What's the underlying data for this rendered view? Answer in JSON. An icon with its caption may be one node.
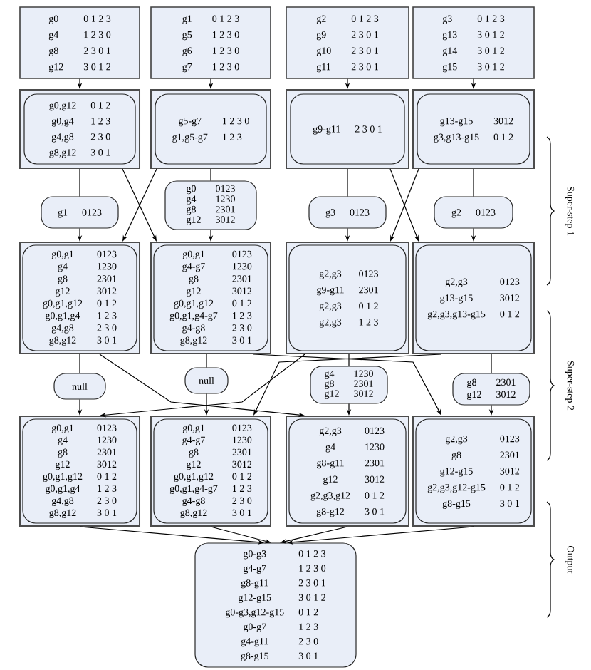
{
  "diagram": {
    "nodes": [
      {
        "text": [
          "g0",
          "0 1 2 3",
          "g4",
          "1 2 3 0",
          "g8",
          "2 3 0 1",
          "g12",
          "3 0 1 2"
        ]
      },
      {
        "text": [
          "g1",
          "0 1 2 3",
          "g5",
          "1 2 3 0",
          "g6",
          "1 2 3 0",
          "g7",
          "1 2 3 0"
        ]
      },
      {
        "text": [
          "g2",
          "0 1 2 3",
          "g9",
          "2 3 0 1",
          "g10",
          "2 3 0 1",
          "g11",
          "2 3 0 1"
        ]
      },
      {
        "text": [
          "g3",
          "0 1 2 3",
          "g13",
          "3 0 1 2",
          "g14",
          "3 0 1 2",
          "g15",
          "3 0 1 2"
        ]
      },
      {
        "text": [],
        "shape": "box"
      },
      {
        "text": [
          "g0,g12",
          "0 1 2",
          "g0,g4",
          "1 2 3",
          "g4,g8",
          "2 3 0",
          "g8,g12",
          "3 0 1"
        ],
        "in": 4
      },
      {
        "text": [],
        "shape": "box"
      },
      {
        "text": [
          "g5-g7",
          "1 2 3 0",
          "g1,g5-g7",
          "1 2 3"
        ],
        "in": 6
      },
      {
        "text": [],
        "shape": "box"
      },
      {
        "text": [
          "g9-g11",
          "2 3 0 1"
        ],
        "in": 8
      },
      {
        "text": [],
        "shape": "box"
      },
      {
        "text": [
          "g13-g15",
          "3012",
          "g3,g13-g15",
          "0 1 2"
        ],
        "in": 10
      },
      {
        "text": [
          "g1",
          "0123"
        ]
      },
      {
        "text": [
          "g0",
          "0123",
          "g4",
          "1230",
          "g8",
          "2301",
          "g12",
          "3012"
        ]
      },
      {
        "text": [
          "g3",
          "0123"
        ]
      },
      {
        "text": [
          "g2",
          "0123"
        ]
      },
      {
        "text": [],
        "shape": "box"
      },
      {
        "text": [
          "g0,g1",
          "0123",
          "g4",
          "1230",
          "g8",
          "2301",
          "g12",
          "3012",
          "g0,g1,g12",
          "0 1 2",
          "g0,g1,g4",
          "1 2 3",
          "g4,g8",
          "2 3 0",
          "g8,g12",
          "3 0 1"
        ],
        "in": 16
      },
      {
        "text": [],
        "shape": "box"
      },
      {
        "text": [
          "g0,g1",
          "0123",
          "g4-g7",
          "1230",
          "g8",
          "2301",
          "g12",
          "3012",
          "g0,g1,g12",
          "0 1 2",
          "g0,g1,g4-g7",
          "1 2 3",
          "g4-g8",
          "2 3 0",
          "g8,g12",
          "3 0 1"
        ],
        "in": 18
      },
      {
        "text": [],
        "shape": "box"
      },
      {
        "text": [
          "g2,g3",
          "0123",
          "g9-g11",
          "2301",
          "g2,g3",
          "0 1 2",
          "g2,g3",
          "1 2 3"
        ],
        "in": 20
      },
      {
        "text": [],
        "shape": "box"
      },
      {
        "text": [
          "g2,g3",
          "0123",
          "g13-g15",
          "3012",
          "g2,g3,g13-g15",
          "0 1 2"
        ],
        "in": 22
      },
      {
        "text": [
          "null"
        ]
      },
      {
        "text": [
          "null"
        ]
      },
      {
        "text": [
          "g4",
          "1230",
          "g8",
          "2301",
          "g12",
          "3012"
        ]
      },
      {
        "text": [
          "g8",
          "2301",
          "g12",
          "3012"
        ]
      },
      {
        "text": [],
        "shape": "box"
      },
      {
        "text": [
          "g0,g1",
          "0123",
          "g4",
          "1230",
          "g8",
          "2301",
          "g12",
          "3012",
          "g0,g1,g12",
          "0 1 2",
          "g0,g1,g4",
          "1 2 3",
          "g4,g8",
          "2 3 0",
          "g8,g12",
          "3 0 1"
        ],
        "in": 28
      },
      {
        "text": [],
        "shape": "box"
      },
      {
        "text": [
          "g0,g1",
          "0123",
          "g4-g7",
          "1230",
          "g8",
          "2301",
          "g12",
          "3012",
          "g0,g1,g12",
          "0 1 2",
          "g0,g1,g4-g7",
          "1 2 3",
          "g4-g8",
          "2 3 0",
          "g8,g12",
          "3 0 1"
        ],
        "in": 30
      },
      {
        "text": [],
        "shape": "box"
      },
      {
        "text": [
          "g2,g3",
          "0123",
          "g4",
          "1230",
          "g8-g11",
          "2301",
          "g12",
          "3012",
          "g2,g3,g12",
          "0 1 2",
          "g8-g12",
          "3 0 1"
        ],
        "in": 32
      },
      {
        "text": [],
        "shape": "box"
      },
      {
        "text": [
          "g2,g3",
          "0123",
          "g8",
          "2301",
          "g12-g15",
          "3012",
          "g2,g3,g12-g15",
          "0 1 2",
          "g8-g15",
          "3 0 1"
        ],
        "in": 34
      },
      {
        "text": [
          "g0-g3",
          "0 1 2 3",
          "g4-g7",
          "1 2 3 0",
          "g8-g11",
          "2 3 0 1",
          "g12-g15",
          "3 0 1 2",
          "g0-g3,g12-g15",
          "0 1 2",
          "g0-g7",
          "1 2 3",
          "g4-g11",
          "2 3 0",
          "g8-g15",
          "3 0 1"
        ]
      }
    ],
    "edges": [
      {
        "from": 0,
        "to": 4,
        "arrow": "to"
      },
      {
        "from": 1,
        "to": 6,
        "arrow": "to"
      },
      {
        "from": 2,
        "to": 8,
        "arrow": "to"
      },
      {
        "from": 3,
        "to": 10,
        "arrow": "to"
      },
      {
        "from": 4,
        "to": 12,
        "arrow": "none"
      },
      {
        "from": 12,
        "to": 16,
        "arrow": "to"
      },
      {
        "from": 4,
        "to": 18,
        "arrow": "to"
      },
      {
        "from": 6,
        "to": 16,
        "arrow": "to"
      },
      {
        "from": 6,
        "to": 13,
        "arrow": "none"
      },
      {
        "from": 13,
        "to": 18,
        "arrow": "to"
      },
      {
        "from": 8,
        "to": 14,
        "arrow": "none"
      },
      {
        "from": 14,
        "to": 20,
        "arrow": "to"
      },
      {
        "from": 8,
        "to": 22,
        "arrow": "to"
      },
      {
        "from": 10,
        "to": 20,
        "arrow": "to"
      },
      {
        "from": 10,
        "to": 15,
        "arrow": "none"
      },
      {
        "from": 15,
        "to": 22,
        "arrow": "to"
      },
      {
        "from": 16,
        "to": 24,
        "arrow": "none"
      },
      {
        "from": 24,
        "to": 28,
        "arrow": "to"
      },
      {
        "from": 16,
        "to": 32,
        "arrow": "to"
      },
      {
        "from": 20,
        "to": 28,
        "arrow": "to"
      },
      {
        "from": 18,
        "to": 25,
        "arrow": "none"
      },
      {
        "from": 25,
        "to": 30,
        "arrow": "to"
      },
      {
        "from": 18,
        "to": 34,
        "arrow": "to"
      },
      {
        "from": 22,
        "to": 30,
        "arrow": "to"
      },
      {
        "from": 20,
        "to": 26,
        "arrow": "none"
      },
      {
        "from": 26,
        "to": 32,
        "arrow": "to"
      },
      {
        "from": 22,
        "to": 27,
        "arrow": "none"
      },
      {
        "from": 27,
        "to": 34,
        "arrow": "to"
      },
      {
        "from": 28,
        "to": 36,
        "arrow": "to"
      },
      {
        "from": 30,
        "to": 36,
        "arrow": "to"
      },
      {
        "from": 32,
        "to": 36,
        "arrow": "to"
      },
      {
        "from": 34,
        "to": 36,
        "arrow": "to"
      }
    ],
    "labels": [
      "Super-step 1",
      "Super-step 2",
      "Output"
    ]
  }
}
